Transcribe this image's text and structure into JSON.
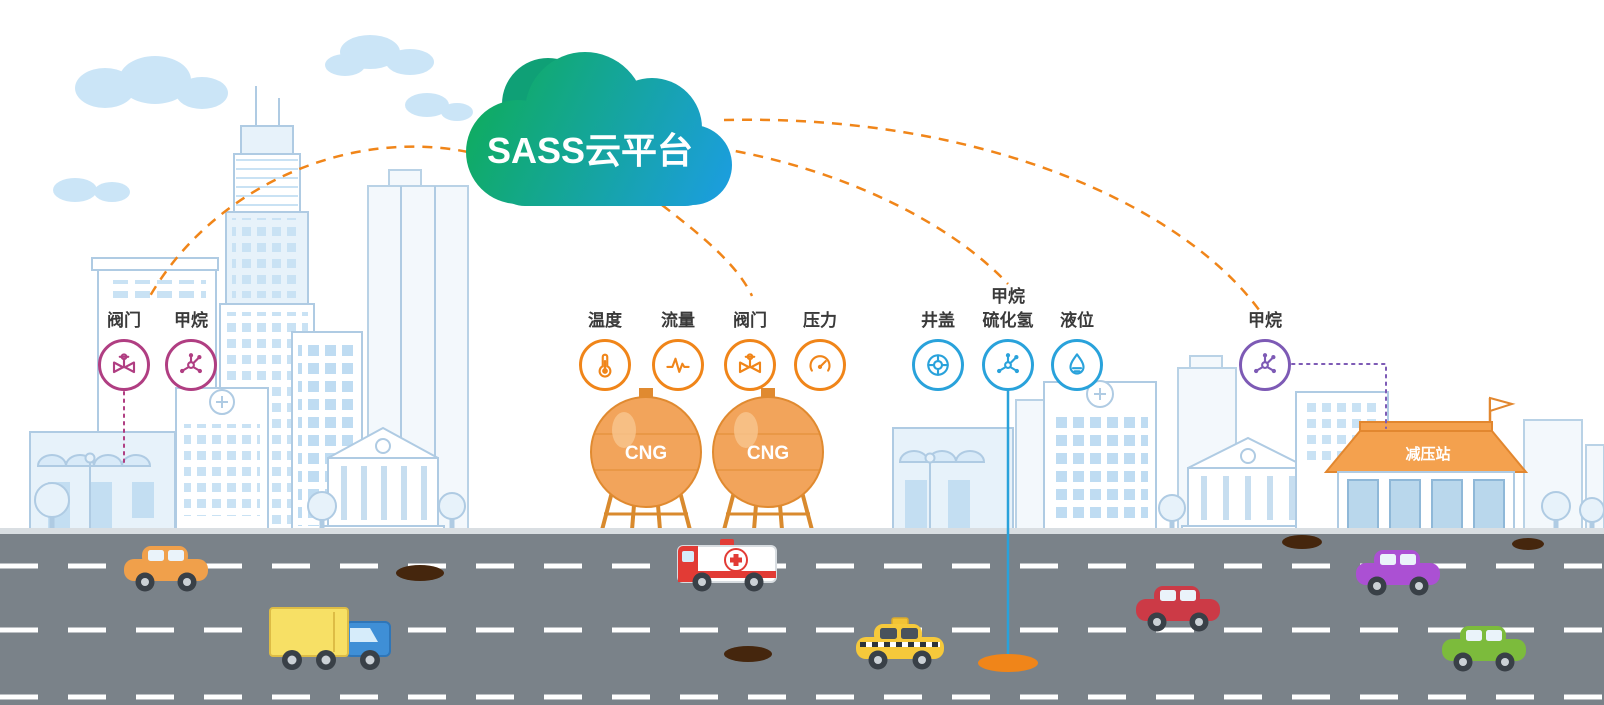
{
  "cloud": {
    "label": "SASS云平台"
  },
  "sensors": {
    "building": {
      "color": "#B03E82",
      "items": [
        {
          "label": "阀门",
          "icon": "valve-icon"
        },
        {
          "label": "甲烷",
          "icon": "methane-icon"
        }
      ]
    },
    "gas_storage": {
      "color": "#F08519",
      "items": [
        {
          "label": "温度",
          "icon": "temperature-icon"
        },
        {
          "label": "流量",
          "icon": "flow-icon"
        },
        {
          "label": "阀门",
          "icon": "valve-icon"
        },
        {
          "label": "压力",
          "icon": "pressure-icon"
        }
      ]
    },
    "pipeline": {
      "color": "#29A2DB",
      "items": [
        {
          "label": "井盖",
          "icon": "manhole-icon"
        },
        {
          "label": "甲烷",
          "label2": "硫化氢",
          "icon": "gas-molecule-icon"
        },
        {
          "label": "液位",
          "icon": "liquid-level-icon"
        }
      ]
    },
    "station": {
      "color": "#7D5AB5",
      "items": [
        {
          "label": "甲烷",
          "icon": "methane-icon"
        }
      ]
    }
  },
  "tanks": [
    {
      "label": "CNG"
    },
    {
      "label": "CNG"
    }
  ],
  "station": {
    "label": "减压站"
  },
  "colors": {
    "orange": "#F08519",
    "magenta": "#B03E82",
    "blue": "#29A2DB",
    "purple": "#7D5AB5",
    "cloud_green": "#0FAC5E",
    "cloud_blue": "#1B9EDB",
    "road": "#7A8289",
    "building_outline": "#AFCBE3"
  }
}
